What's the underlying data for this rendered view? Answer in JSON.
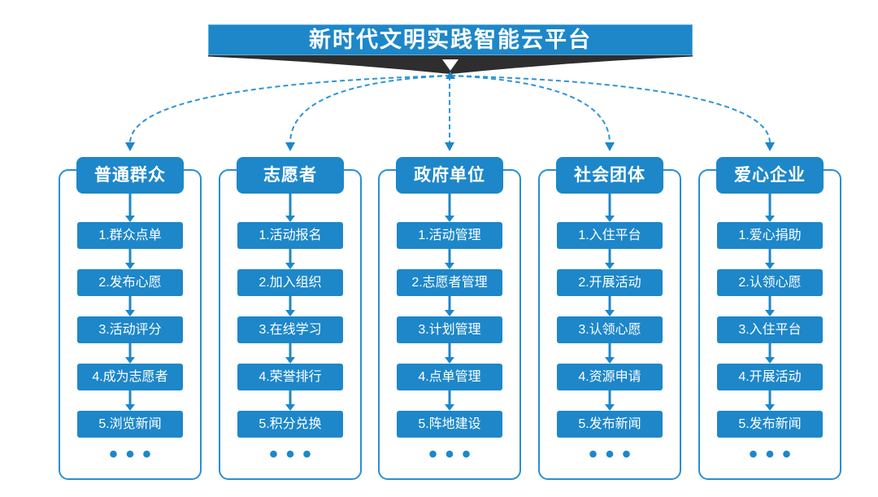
{
  "banner": {
    "title": "新时代文明实践智能云平台"
  },
  "columns": [
    {
      "header": "普通群众",
      "steps": [
        "1.群众点单",
        "2.发布心愿",
        "3.活动评分",
        "4.成为志愿者",
        "5.浏览新闻"
      ],
      "more": "•••"
    },
    {
      "header": "志愿者",
      "steps": [
        "1.活动报名",
        "2.加入组织",
        "3.在线学习",
        "4.荣誉排行",
        "5.积分兑换"
      ],
      "more": "•••"
    },
    {
      "header": "政府单位",
      "steps": [
        "1.活动管理",
        "2.志愿者管理",
        "3.计划管理",
        "4.点单管理",
        "5.阵地建设"
      ],
      "more": "•••"
    },
    {
      "header": "社会团体",
      "steps": [
        "1.入住平台",
        "2.开展活动",
        "3.认领心愿",
        "4.资源申请",
        "5.发布新闻"
      ],
      "more": "•••"
    },
    {
      "header": "爱心企业",
      "steps": [
        "1.爱心捐助",
        "2.认领心愿",
        "3.入住平台",
        "4.开展活动",
        "5.发布新闻"
      ],
      "more": "•••"
    }
  ],
  "colors": {
    "accent_blue": "#1d87c9",
    "outline_blue": "#2b8fd0",
    "dashed_blue": "#2d94d6",
    "ribbon_dark": "#2e2e2e",
    "background": "#ffffff",
    "text_on_blue": "#ffffff"
  }
}
